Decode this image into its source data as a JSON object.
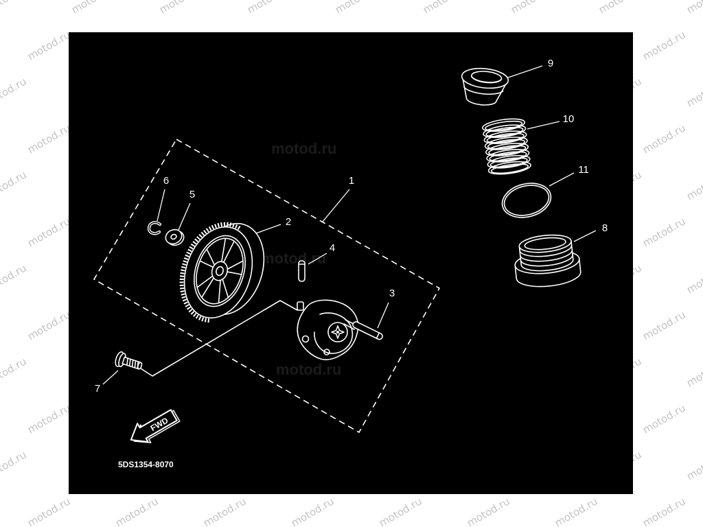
{
  "diagram": {
    "watermark": "motod.ru",
    "catalog_code": "5DS1354-8070",
    "fwd_label": "FWD",
    "part_numbers": [
      "1",
      "2",
      "3",
      "4",
      "5",
      "6",
      "7",
      "8",
      "9",
      "10",
      "11"
    ],
    "colors": {
      "page_background": "#ffffff",
      "panel_background": "#000000",
      "line_art": "#ffffff",
      "watermark": "#c4c4c4"
    }
  }
}
